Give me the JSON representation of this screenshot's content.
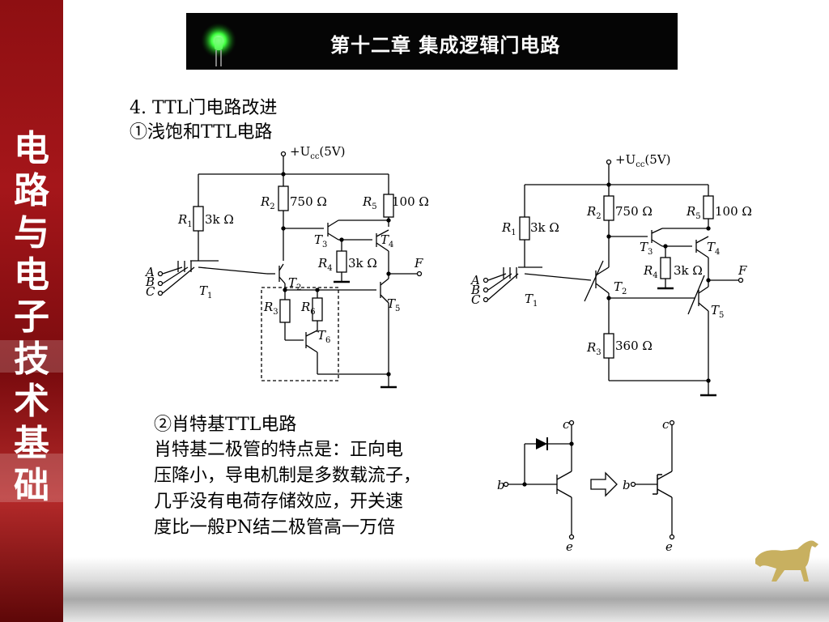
{
  "header": {
    "title": "第十二章  集成逻辑门电路"
  },
  "sidebar": {
    "title_chars": [
      "电",
      "路",
      "与",
      "电",
      "子",
      "技",
      "术",
      "基",
      "础"
    ]
  },
  "content": {
    "heading": "4. TTL门电路改进",
    "sub1": "①浅饱和TTL电路",
    "sub2": "②肖特基TTL电路",
    "para_lines": [
      "肖特基二极管的特点是：正向电",
      "压降小，导电机制是多数载流子，",
      "几乎没有电荷存储效应，开关速",
      "度比一般PN结二极管高一万倍"
    ]
  },
  "circuit1": {
    "supply": "+U",
    "supply_sub": "cc",
    "supply_val": "(5V)",
    "r1": "3k Ω",
    "r2": "750 Ω",
    "r5": "100 Ω",
    "r4": "3k Ω",
    "out": "F",
    "inputs": [
      "A",
      "B",
      "C"
    ]
  },
  "circuit2": {
    "supply": "+U",
    "supply_sub": "cc",
    "supply_val": "(5V)",
    "r1": "3k Ω",
    "r2": "750 Ω",
    "r5": "100 Ω",
    "r4": "3k Ω",
    "r3": "360 Ω",
    "out": "F",
    "inputs": [
      "A",
      "B",
      "C"
    ]
  },
  "schottky": {
    "c": "c",
    "b": "b",
    "e": "e"
  }
}
